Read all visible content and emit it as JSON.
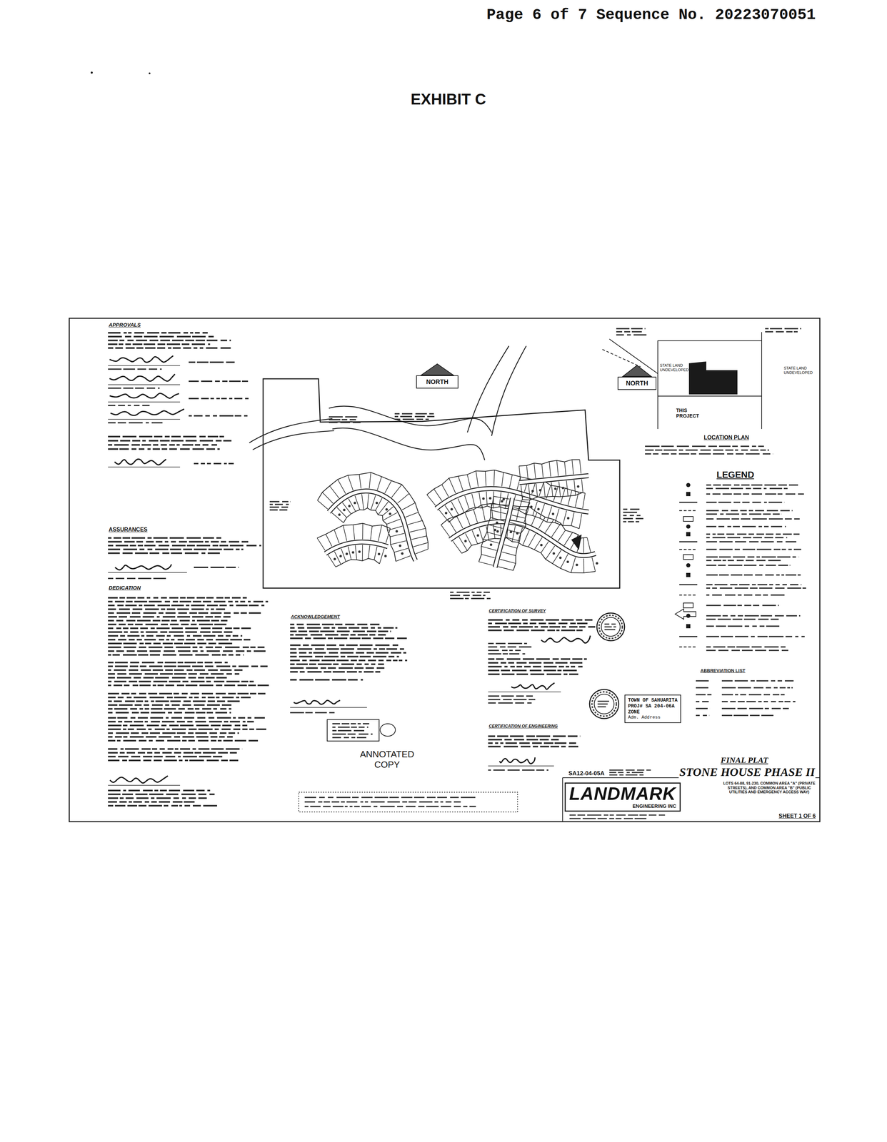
{
  "diagram": {
    "title": "EXHIBIT C",
    "nodes": [
      {
        "text": [
          "TOWN OF SAHUARITA",
          "PROJ# SA 204-06A",
          "ZONE",
          "Adm. Address"
        ]
      },
      {
        "text": [
          "LANDMARK",
          "ENGINEERING INC"
        ]
      }
    ],
    "labels": [
      "Page 6 of 7 Sequence No. 20223070051",
      "APPROVALS",
      "ASSURANCES",
      "DEDICATION",
      "NORTH",
      "NORTH",
      "LOCATION PLAN",
      "THIS PROJECT",
      "STATE LAND UNDEVELOPED",
      "STATE LAND UNDEVELOPED",
      "LEGEND",
      "ACKNOWLEDGEMENT",
      "CERTIFICATION OF SURVEY",
      "CERTIFICATION OF ENGINEERING",
      "ABBREVIATION LIST",
      "ANNOTATED COPY",
      "SA12-04-05A",
      "FINAL PLAT",
      "STONE HOUSE PHASE II",
      "LOTS 64-88, 91-230, COMMON AREA \"A\" (PRIVATE STREETS), AND COMMON AREA \"B\" (PUBLIC UTILITIES AND EMERGENCY ACCESS WAY)",
      "SHEET 1 OF 6"
    ]
  }
}
